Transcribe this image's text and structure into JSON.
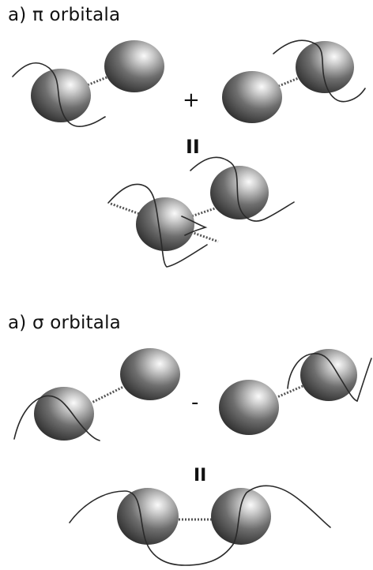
{
  "pi_section": {
    "title": "a) π orbitala",
    "operator": "+",
    "equals": "II"
  },
  "sigma_section": {
    "title": "a) σ orbitala",
    "operator": "-",
    "equals": "II"
  }
}
